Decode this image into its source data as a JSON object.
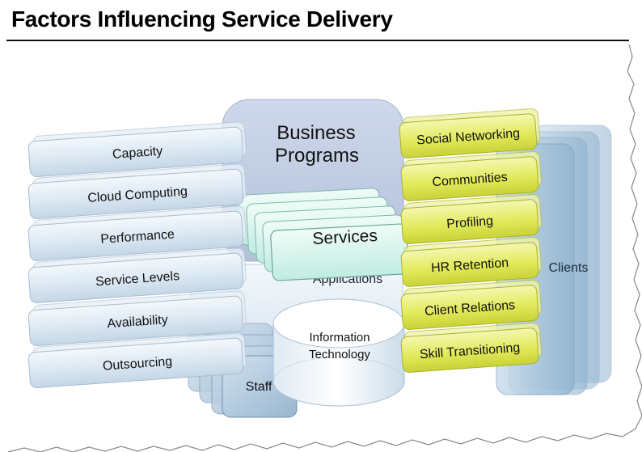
{
  "title": "Factors Influencing Service Delivery",
  "left_factors": [
    "Capacity",
    "Cloud Computing",
    "Performance",
    "Service Levels",
    "Availability",
    "Outsourcing"
  ],
  "center": {
    "business_programs": [
      "Business",
      "Programs"
    ],
    "services": "Services",
    "applications": "Applications",
    "information_technology": [
      "Information",
      "Technology"
    ],
    "staff": "Staff"
  },
  "right_factors": [
    "Social Networking",
    "Communities",
    "Profiling",
    "HR Retention",
    "Client Relations",
    "Skill Transitioning"
  ],
  "clients": "Clients",
  "colors": {
    "left_box": "#dde9f3",
    "business_programs": "#b5c3dc",
    "services": "#d4f3ec",
    "right_box": "#e6ee6a",
    "clients": "#a9c6dc",
    "staff": "#b9cfe3"
  }
}
